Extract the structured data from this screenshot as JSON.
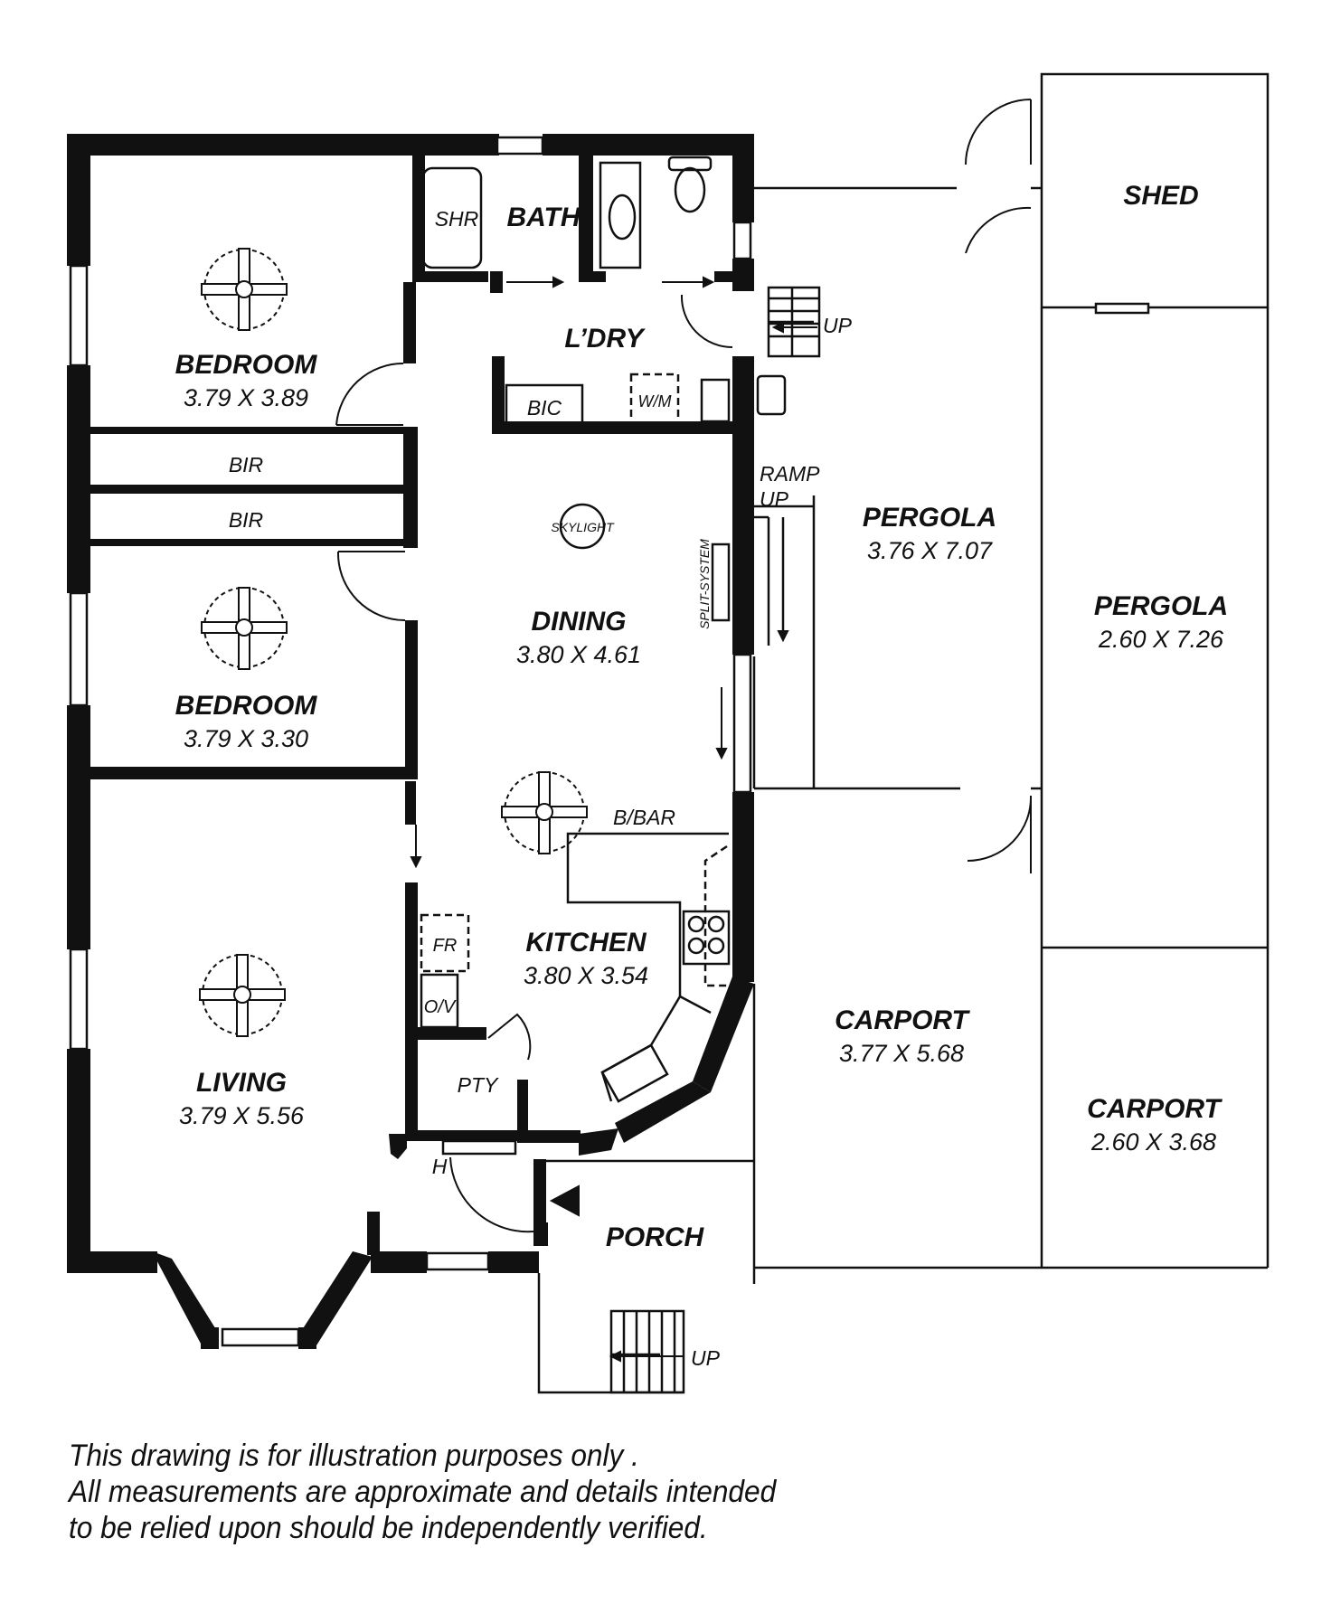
{
  "rooms": {
    "bedroom1": {
      "name": "BEDROOM",
      "dims": "3.79 X 3.89"
    },
    "bedroom2": {
      "name": "BEDROOM",
      "dims": "3.79 X 3.30"
    },
    "living": {
      "name": "LIVING",
      "dims": "3.79 X 5.56"
    },
    "dining": {
      "name": "DINING",
      "dims": "3.80 X 4.61"
    },
    "kitchen": {
      "name": "KITCHEN",
      "dims": "3.80 X 3.54"
    },
    "laundry": {
      "name": "L’DRY"
    },
    "bath": {
      "name": "BATH"
    },
    "pergola1": {
      "name": "PERGOLA",
      "dims": "3.76 X 7.07"
    },
    "pergola2": {
      "name": "PERGOLA",
      "dims": "2.60 X 7.26"
    },
    "carport1": {
      "name": "CARPORT",
      "dims": "3.77 X 5.68"
    },
    "carport2": {
      "name": "CARPORT",
      "dims": "2.60 X 3.68"
    },
    "shed": {
      "name": "SHED"
    },
    "porch": {
      "name": "PORCH"
    }
  },
  "labels": {
    "shr": "SHR",
    "bir1": "BIR",
    "bir2": "BIR",
    "bic": "BIC",
    "wm": "W/M",
    "skylight": "SKYLIGHT",
    "split_system": "SPLIT-SYSTEM",
    "ramp_up_1": "RAMP",
    "ramp_up_2": "UP",
    "up_laundry": "UP",
    "up_porch": "UP",
    "bbar": "B/BAR",
    "fr": "FR",
    "ov": "O/V",
    "pty": "PTY",
    "h": "H"
  },
  "disclaimer": {
    "line1": "This drawing is for illustration purposes only .",
    "line2": "All measurements are approximate and details intended",
    "line3": "to be relied upon should be independently verified."
  },
  "colors": {
    "wall": "#111111",
    "background": "#ffffff"
  }
}
